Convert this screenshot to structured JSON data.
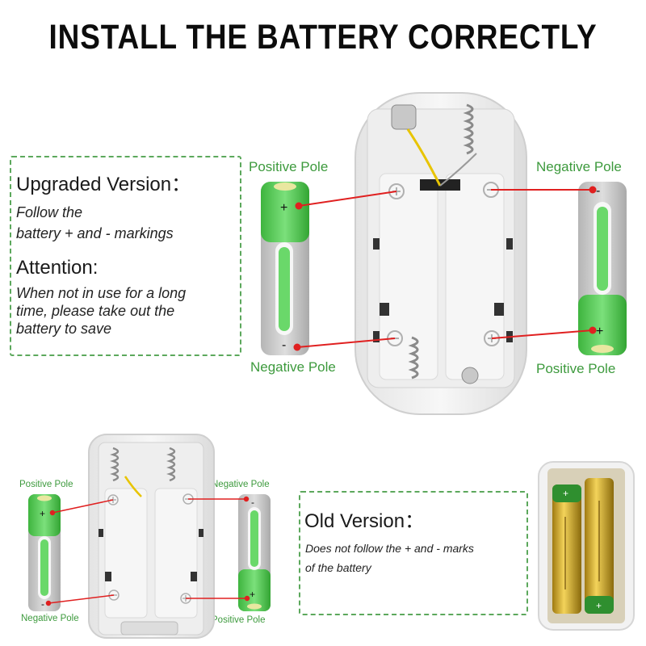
{
  "title": "INSTALL THE BATTERY CORRECTLY",
  "upgraded": {
    "heading": "Upgraded Version：",
    "line1": "Follow the",
    "line2": "battery + and - markings",
    "attention_heading": "Attention:",
    "attention_line1": "When not in use for a long",
    "attention_line2": "time, please take out the",
    "attention_line3": "battery to save"
  },
  "labels": {
    "positive_pole": "Positive Pole",
    "negative_pole": "Negative Pole"
  },
  "old": {
    "heading": "Old Version：",
    "line1": "Does not follow the + and - marks",
    "line2": "of the battery"
  },
  "colors": {
    "accent_green": "#3d9a3d",
    "dash_green": "#5ca85c",
    "pointer_red": "#e02020",
    "battery_gray": "#c9c9c9",
    "battery_green": "#4cc24c"
  }
}
